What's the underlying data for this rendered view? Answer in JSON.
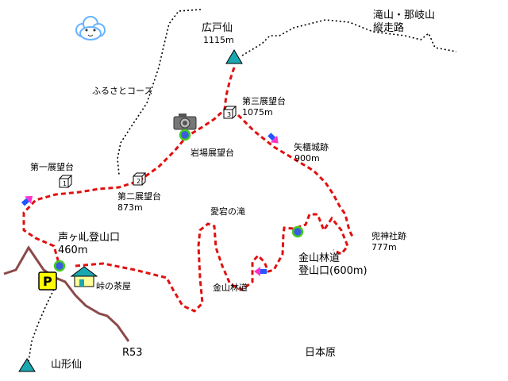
{
  "labels": {
    "hirotosen": "広戸仙",
    "hirotosen_elev": "1115m",
    "takiyama_line1": "滝山・那岐山",
    "takiyama_line2": "縦走路",
    "furusato": "ふるさとコース",
    "dai3": "第三展望台",
    "dai3_elev": "1075m",
    "yaguragi": "矢櫃城跡",
    "yaguragi_elev": "900m",
    "iwaba": "岩場展望台",
    "dai1": "第一展望台",
    "dai2": "第二展望台",
    "dai2_elev": "873m",
    "atago": "愛宕の滝",
    "kabuto": "兜神社跡",
    "kabuto_elev": "777m",
    "koegatao": "声ヶ乢登山口",
    "koegatao_elev": "460m",
    "kanayama_tozan1": "金山林道",
    "kanayama_tozan2": "登山口(600m)",
    "kanayama_rindo": "金山林道",
    "chaya": "峠の茶屋",
    "r53": "R53",
    "nihonbara": "日本原",
    "yamagatasen": "山形仙"
  },
  "markers": {
    "parking": "P",
    "obs1": "1",
    "obs2": "2",
    "obs3": "3"
  },
  "colors": {
    "trail": "#e01010",
    "road": "#8b4a4a",
    "summit": "#1aa7b0",
    "spot_fill": "#3b5ce0",
    "spot_ring": "#44cc22",
    "parking_bg": "#ffff00",
    "arrow_pink": "#ff33cc",
    "arrow_blue": "#2255ff"
  },
  "icons": [
    "cloud-face-icon",
    "camera-icon",
    "house-icon",
    "parking-icon",
    "summit-triangle-icon",
    "observation-cube-icon",
    "direction-arrow-icon"
  ]
}
